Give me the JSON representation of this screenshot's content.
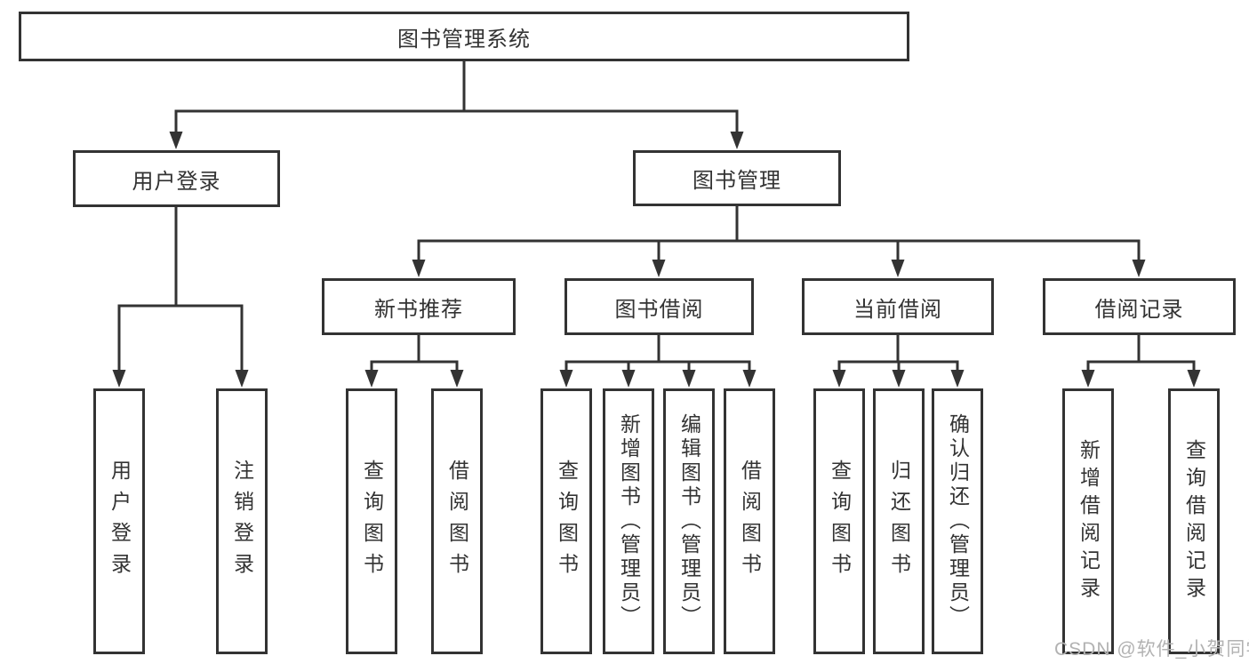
{
  "tree": {
    "label": "图书管理系统",
    "children": [
      {
        "label": "用户登录",
        "children": [
          {
            "label": "用户登录"
          },
          {
            "label": "注销登录"
          }
        ]
      },
      {
        "label": "图书管理",
        "children": [
          {
            "label": "新书推荐",
            "children": [
              {
                "label": "查询图书"
              },
              {
                "label": "借阅图书"
              }
            ]
          },
          {
            "label": "图书借阅",
            "children": [
              {
                "label": "查询图书"
              },
              {
                "label": "新增图书（管理员）"
              },
              {
                "label": "编辑图书（管理员）"
              },
              {
                "label": "借阅图书"
              }
            ]
          },
          {
            "label": "当前借阅",
            "children": [
              {
                "label": "查询图书"
              },
              {
                "label": "归还图书"
              },
              {
                "label": "确认归还（管理员）"
              }
            ]
          },
          {
            "label": "借阅记录",
            "children": [
              {
                "label": "新增借阅记录"
              },
              {
                "label": "查询借阅记录"
              }
            ]
          }
        ]
      }
    ]
  },
  "watermark": {
    "text": "CSDN @软件_小贺同学"
  },
  "colors": {
    "line": "#333333",
    "box_border": "#333333",
    "text": "#333333",
    "background": "#ffffff",
    "watermark": "#b2b2b2"
  }
}
